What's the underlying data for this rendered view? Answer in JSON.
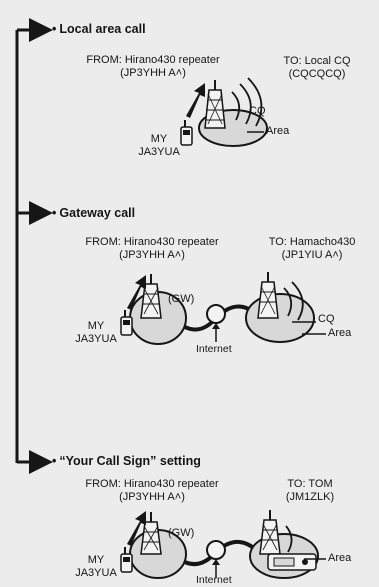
{
  "sections": [
    {
      "heading": "Local area call",
      "from_line1": "FROM: Hirano430 repeater",
      "from_line2": "(JP3YHH A˄)",
      "to_line1": "TO: Local CQ",
      "to_line2": "(CQCQCQ)",
      "my_line1": "MY",
      "my_line2": "JA3YUA",
      "cq_label": "CQ",
      "area_label": "Area"
    },
    {
      "heading": "Gateway call",
      "from_line1": "FROM: Hirano430 repeater",
      "from_line2": "(JP3YHH A˄)",
      "to_line1": "TO: Hamacho430",
      "to_line2": "(JP1YIU A˄)",
      "my_line1": "MY",
      "my_line2": "JA3YUA",
      "gw_label": "(GW)",
      "internet_label": "Internet",
      "cq_label": "CQ",
      "area_label": "Area"
    },
    {
      "heading": "“Your Call Sign” setting",
      "from_line1": "FROM: Hirano430 repeater",
      "from_line2": "(JP3YHH A˄)",
      "to_line1": "TO: TOM",
      "to_line2": "(JM1ZLK)",
      "my_line1": "MY",
      "my_line2": "JA3YUA",
      "gw_label": "(GW)",
      "internet_label": "Internet",
      "area_label": "Area"
    }
  ],
  "colors": {
    "ink": "#161616",
    "background": "#ececec",
    "ellipse": "#d8d8d8"
  },
  "icons": [
    "repeater-tower-icon",
    "handheld-radio-icon",
    "internet-node-icon",
    "radio-wave-icon",
    "car-radio-icon",
    "transmit-arrow-icon"
  ]
}
